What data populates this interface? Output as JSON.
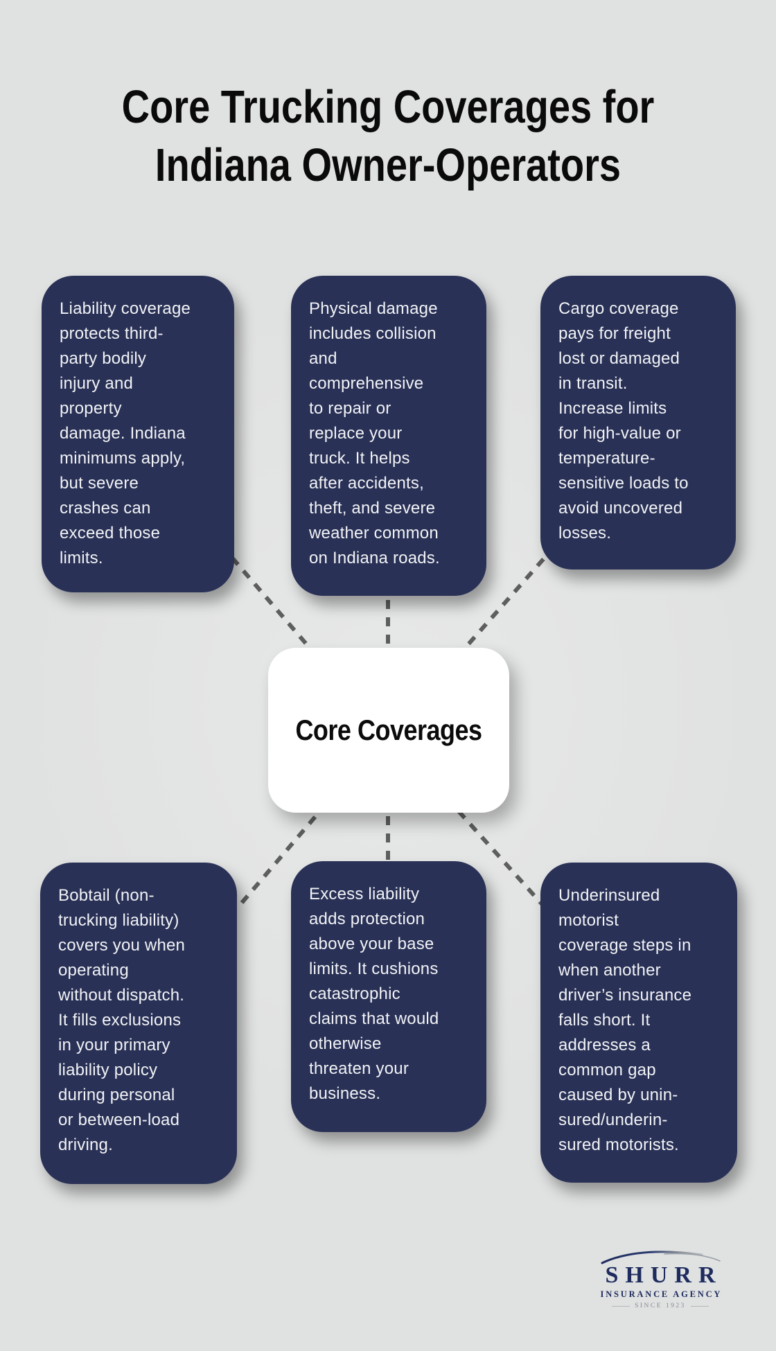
{
  "page": {
    "background_color": "#e0e1e1",
    "title": "Core Trucking Coverages for\nIndiana Owner-Operators"
  },
  "diagram": {
    "center_label": "Core Coverages",
    "node_color": "#293156",
    "node_text_color": "#f2f3f6",
    "connector_color": "#5e5e5e",
    "nodes": [
      {
        "id": "liability",
        "text": "Liability coverage\nprotects third-\nparty bodily\ninjury and\nproperty\ndamage. Indiana\nminimums apply,\nbut severe\ncrashes can\nexceed those\nlimits."
      },
      {
        "id": "physical-damage",
        "text": "Physical damage\nincludes collision\nand\ncomprehensive\nto repair or\nreplace your\ntruck. It helps\nafter accidents,\ntheft, and severe\nweather common\non Indiana roads."
      },
      {
        "id": "cargo",
        "text": "Cargo coverage\npays for freight\nlost or damaged\nin transit.\nIncrease limits\nfor high-value or\ntemperature-\nsensitive loads to\navoid uncovered\nlosses."
      },
      {
        "id": "bobtail",
        "text": "Bobtail (non-\ntrucking liability)\ncovers you when\noperating\nwithout dispatch.\nIt fills exclusions\nin your primary\nliability policy\nduring personal\nor between-load\ndriving."
      },
      {
        "id": "excess-liability",
        "text": "Excess liability\nadds protection\nabove your base\nlimits. It cushions\ncatastrophic\nclaims that would\notherwise\nthreaten your\nbusiness."
      },
      {
        "id": "underinsured-motorist",
        "text": "Underinsured\nmotorist\ncoverage steps in\nwhen another\ndriver’s insurance\nfalls short. It\naddresses a\ncommon gap\ncaused by unin-\nsured/underin-\nsured motorists."
      }
    ]
  },
  "logo": {
    "name": "SHURR",
    "subtitle": "INSURANCE AGENCY",
    "tagline": "SINCE 1923",
    "navy": "#1d2b5e",
    "gray": "#848a96"
  }
}
